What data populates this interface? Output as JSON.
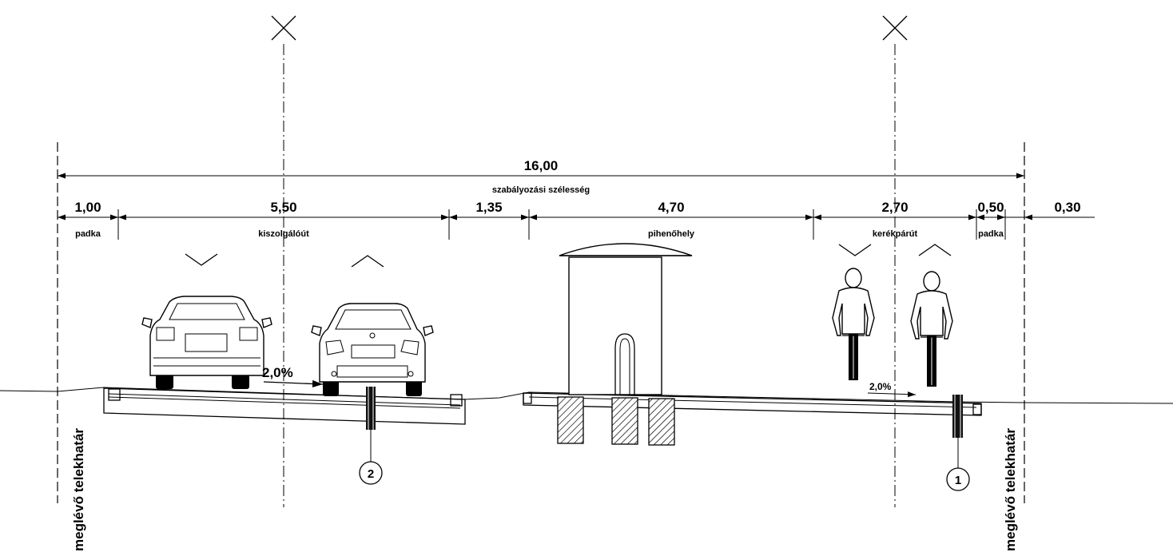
{
  "total": {
    "value": "16,00",
    "label": "szabályozási szélesség"
  },
  "segments": [
    {
      "value": "1,00",
      "label": "padka"
    },
    {
      "value": "5,50",
      "label": "kiszolgálóút"
    },
    {
      "value": "1,35",
      "label": ""
    },
    {
      "value": "4,70",
      "label": "pihenőhely"
    },
    {
      "value": "2,70",
      "label": "kerékpárút"
    },
    {
      "value": "0,50",
      "label": "padka"
    },
    {
      "value": "0,30",
      "label": ""
    }
  ],
  "slopes": {
    "road": "2,0%",
    "bike": "2,0%"
  },
  "boundary_labels": {
    "left": "meglévő telekhatár",
    "right": "meglévő telekhatár"
  },
  "markers": {
    "road": "2",
    "bike": "1"
  }
}
